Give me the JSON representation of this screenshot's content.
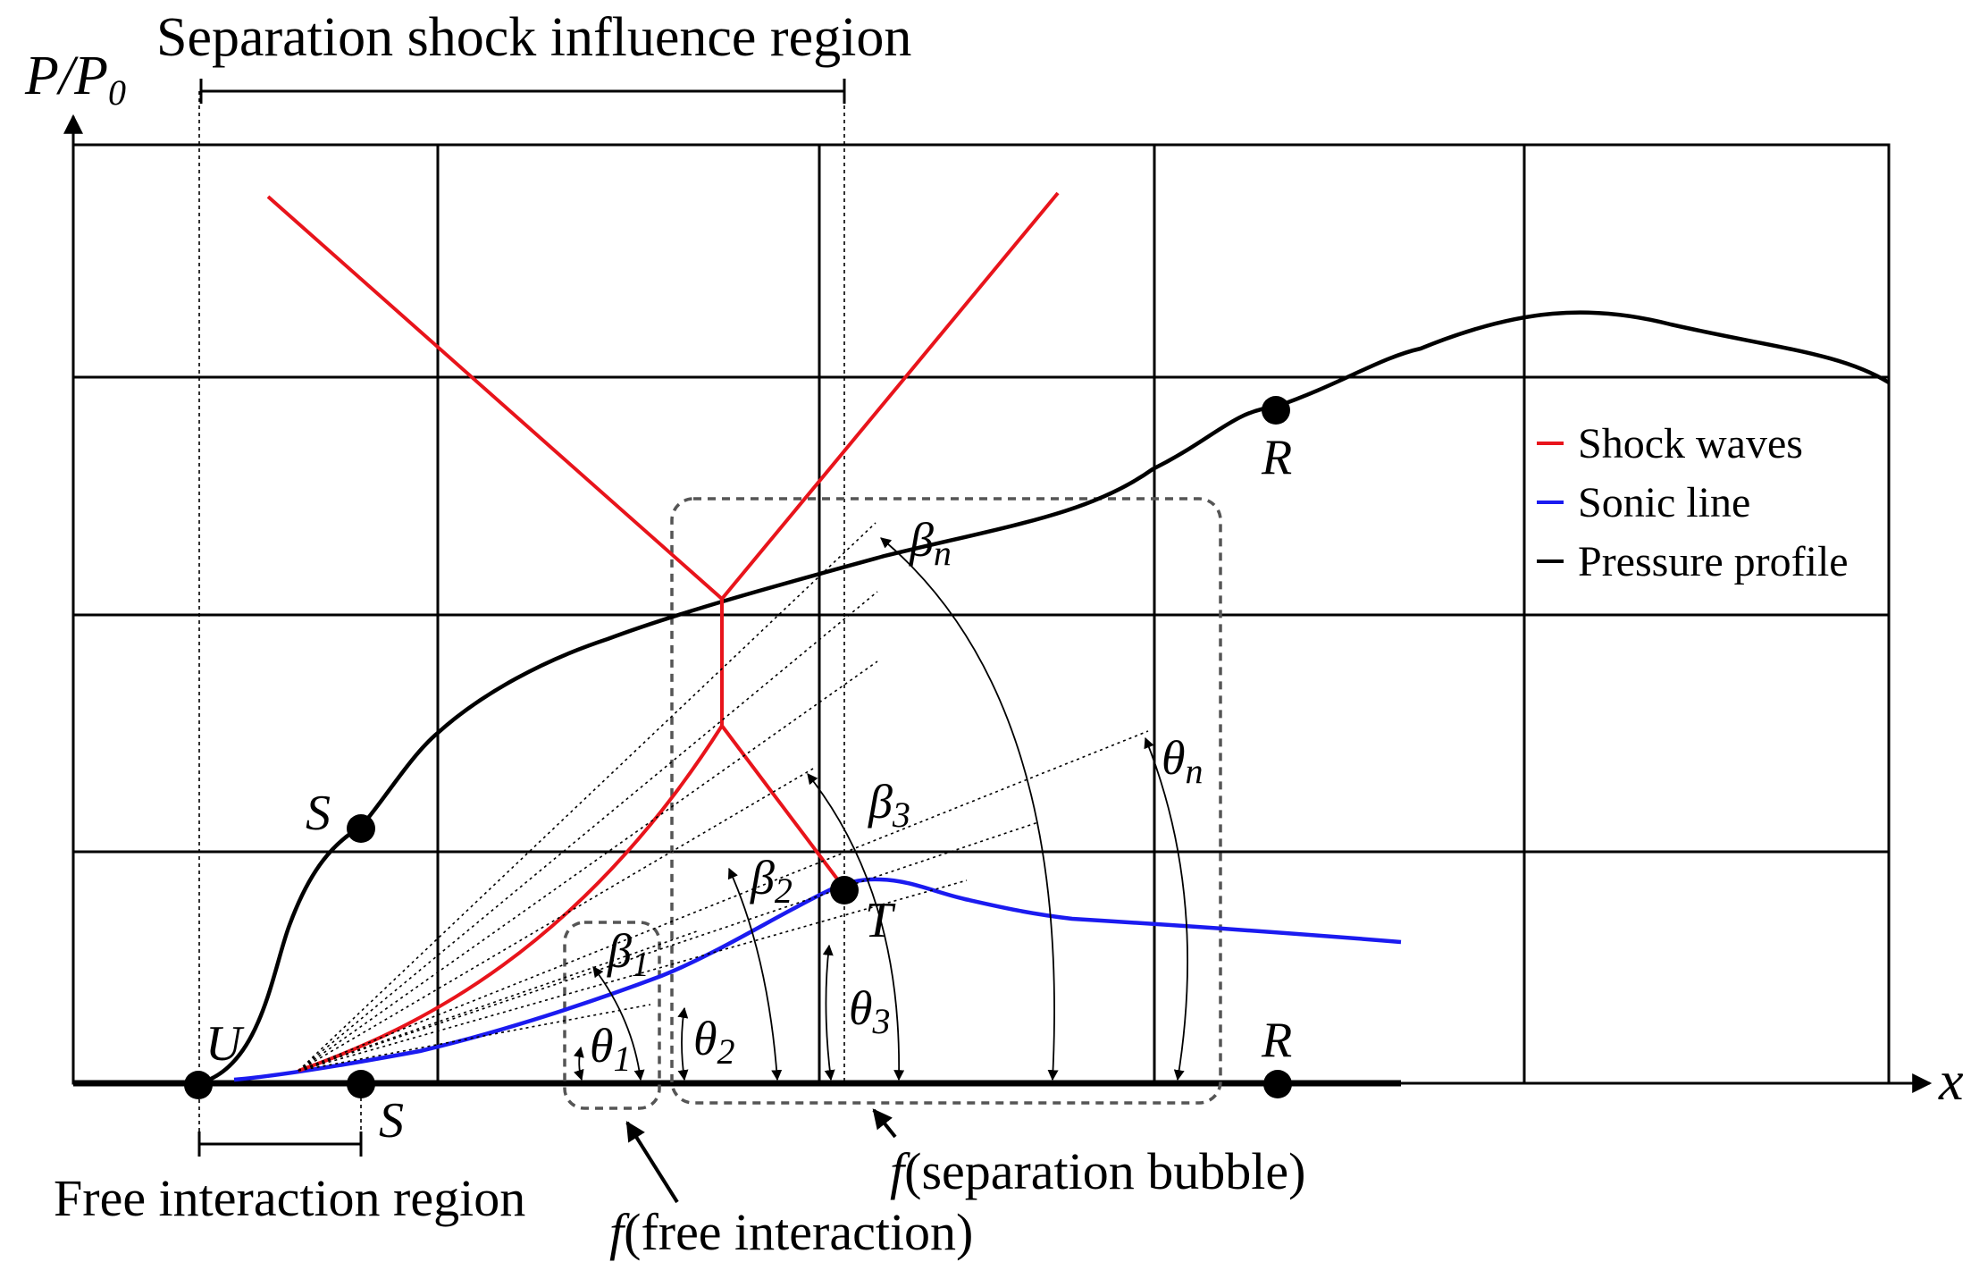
{
  "axes": {
    "y_label": "P/P",
    "y_label_sub": "0",
    "x_label": "x"
  },
  "regions": {
    "separation_shock_influence": "Separation shock influence region",
    "free_interaction": "Free interaction region",
    "f_free_interaction_f": "f",
    "f_free_interaction_rest": "(free interaction)",
    "f_separation_bubble_f": "f",
    "f_separation_bubble_rest": "(separation bubble)"
  },
  "points": {
    "U": "U",
    "S_curve": "S",
    "S_axis": "S",
    "R_curve": "R",
    "R_axis": "R",
    "T": "T"
  },
  "angles": {
    "beta": "β",
    "theta": "θ",
    "beta_1_sub": "1",
    "beta_2_sub": "2",
    "beta_3_sub": "3",
    "beta_n_sub": "n",
    "theta_1_sub": "1",
    "theta_2_sub": "2",
    "theta_3_sub": "3",
    "theta_n_sub": "n"
  },
  "legend": {
    "entries": [
      {
        "label": "Shock waves",
        "color": "#e8141b"
      },
      {
        "label": "Sonic line",
        "color": "#1b1bf0"
      },
      {
        "label": "Pressure profile",
        "color": "#000000"
      }
    ]
  },
  "colors": {
    "shock": "#e8141b",
    "sonic": "#1b1bf0",
    "pressure": "#000000",
    "region_box": "#555555"
  }
}
